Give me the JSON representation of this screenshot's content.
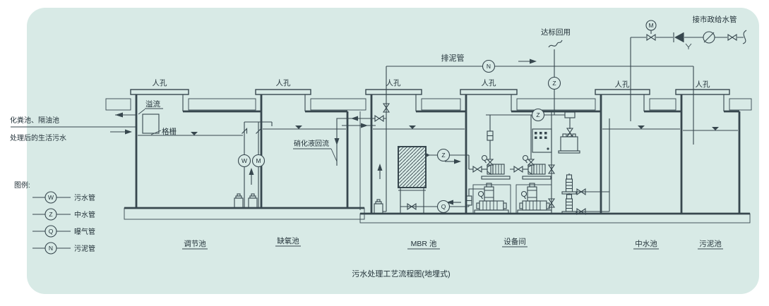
{
  "colors": {
    "panel_bg": "#d8eae6",
    "line": "#37474e",
    "text": "#233239"
  },
  "title": "污水处理工艺流程图(地埋式)",
  "influent": {
    "source": "化粪池、隔油池",
    "type": "处理后的生活污水"
  },
  "annotations": {
    "overflow": "溢流",
    "bar_screen": "格栅",
    "manhole": "人孔",
    "nitrified_recirculation": "硝化液回流",
    "sludge_discharge_pipe": "排泥管",
    "reuse_outlet": "达标回用",
    "municipal_water": "接市政给水管"
  },
  "tanks": [
    {
      "name": "调节池"
    },
    {
      "name": "缺氧池"
    },
    {
      "name": "MBR 池"
    },
    {
      "name": "设备间"
    },
    {
      "name": "中水池"
    },
    {
      "name": "污泥池"
    }
  ],
  "legend": {
    "title": "图例:",
    "items": [
      {
        "symbol": "W",
        "label": "污水管"
      },
      {
        "symbol": "Z",
        "label": "中水管"
      },
      {
        "symbol": "Q",
        "label": "曝气管"
      },
      {
        "symbol": "N",
        "label": "污泥管"
      }
    ]
  },
  "pipe_tags": {
    "adjust_w": "W",
    "adjust_m": "M",
    "permeate": "Z",
    "aeration": "Q",
    "sludge": "N",
    "reuse": "Z",
    "header": "Z",
    "motor_valve": "M"
  }
}
